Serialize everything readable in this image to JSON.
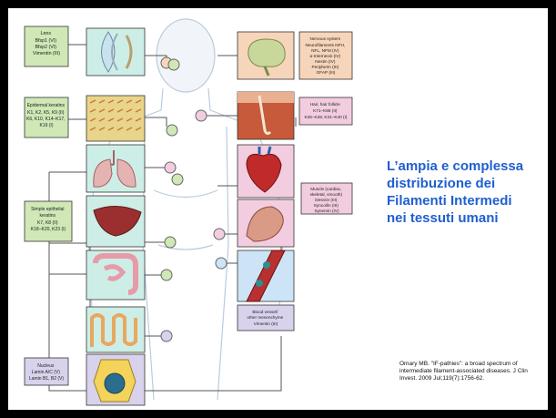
{
  "slide": {
    "title_lines": [
      "L’ampia e complessa",
      "distribuzione dei",
      "Filamenti Intermedi",
      "nei tessuti umani"
    ],
    "citation_lines": [
      "Omary MB. \"IF-pathies\": a broad spectrum of",
      "intermediate filament-associated diseases. J Clin",
      "Invest. 2009 Jul;119(7):1756-62."
    ]
  },
  "labels": {
    "lens": [
      "Lens",
      "Bfsp1 (VI)",
      "Bfsp2 (VI)",
      "Vimentin (III)"
    ],
    "epidermal": [
      "Epidermal keratins",
      "K1, K2, K5, K9 (II)",
      "K6, K10, K14–K17,",
      "K19 (I)"
    ],
    "simple": [
      "Simple epithelial",
      "keratins",
      "K7, K8 (II)",
      "K18–K20, K23 (I)"
    ],
    "nucleus": [
      "Nucleus",
      "Lamin A/C (V)",
      "Lamin B1, B2 (V)"
    ],
    "nervous": [
      "Nervous system",
      "Neurofilaments NFH,",
      "NFL, NFM (IV)",
      "α-Internexin (IV)",
      "Nestin (IV)",
      "Peripherin (III)",
      "GFAP (III)"
    ],
    "hair": [
      "Hair, hair follicle",
      "K71–K86 (II)",
      "K25–K28, K31–K40 (I)"
    ],
    "muscle": [
      "Muscle (cardiac,",
      "skeletal, smooth)",
      "Desmin (III)",
      "Syncoilin (III)",
      "Synemin (IV)"
    ],
    "blood": [
      "Blood vessel/",
      "other mesenchyme",
      "Vimentin (III)"
    ]
  },
  "colors": {
    "title": "#1f5fd1",
    "green_box": "#cfe8b6",
    "orange_box": "#f6d5bb",
    "pink_box": "#f2cde0",
    "lavender_box": "#d8d2ec",
    "teal_panel": "#cdeee6"
  }
}
